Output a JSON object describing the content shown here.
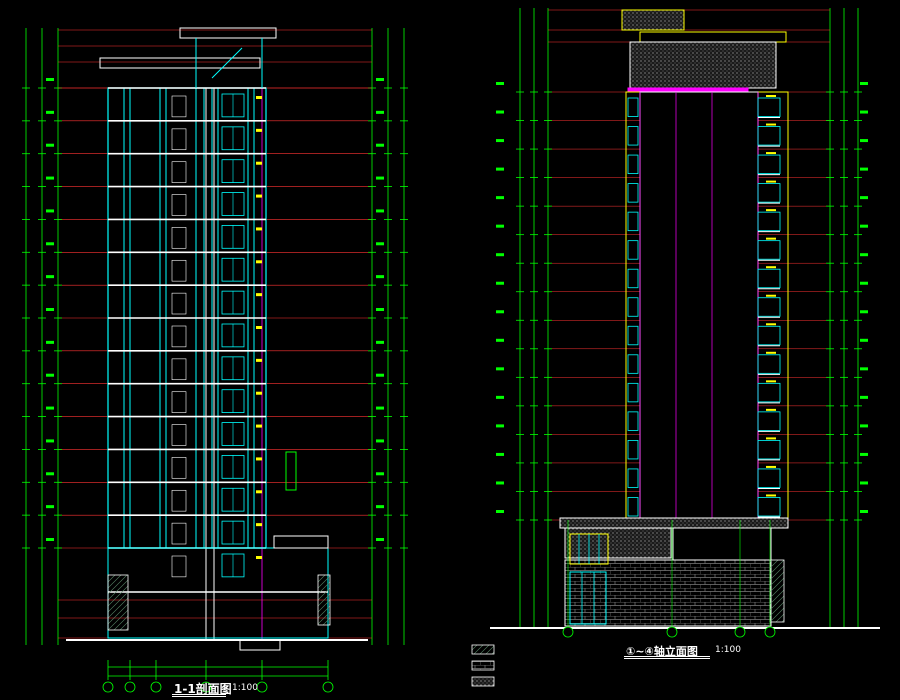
{
  "drawing_titles": {
    "section": "1-1剖面图",
    "section_scale": "1:100",
    "elevation": "①∼④轴立面图",
    "elevation_scale": "1:100"
  },
  "colors": {
    "background": "#000000",
    "axis": "#00ff00",
    "wall": "#00ffff",
    "level": "#ff3333",
    "accent": "#ff00ff",
    "slab": "#ffffff",
    "parapet": "#ffff00"
  },
  "left_section": {
    "floors": 14
  },
  "right_elevation": {
    "floors": 15
  }
}
